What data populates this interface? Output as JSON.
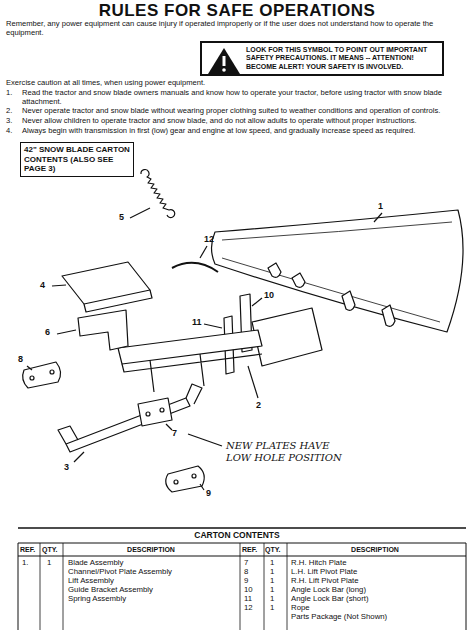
{
  "diagram": {
    "title": "RULES FOR SAFE OPERATIONS",
    "nodes": [
      {
        "text": [
          "LOOK FOR THIS SYMBOL TO POINT OUT IMPORTANT SAFETY PRECAUTIONS. IT MEANS -- ATTENTION! BECOME ALERT! YOUR SAFETY IS INVOLVED."
        ]
      },
      {
        "text": [
          "42\" SNOW BLADE CARTON CONTENTS (ALSO SEE PAGE 3)"
        ]
      }
    ],
    "labels": [
      "Remember, any power equipment can cause injury if operated improperly or if the user does not understand how to operate the equipment.",
      "Exercise caution at all times, when using power equipment.",
      "1.",
      "Read the tractor and snow blade owners manuals and know how to operate your tractor, before using tractor with snow blade attachment.",
      "2.",
      "Never operate tractor and snow blade without wearing proper clothing suited to weather conditions and operation of controls.",
      "3.",
      "Never allow children to operate tractor and snow blade, and do not allow adults to operate without proper instructions.",
      "4.",
      "Always begin with transmission in first (low) gear and engine at low speed, and gradually increase speed as required.",
      "1",
      "2",
      "3",
      "4",
      "5",
      "6",
      "7",
      "8",
      "9",
      "10",
      "11",
      "12",
      "NEW PLATES HAVE LOW HOLE POSITION",
      "CARTON CONTENTS",
      "REF.",
      "QTY.",
      "DESCRIPTION",
      "REF.",
      "QTY.",
      "DESCRIPTION",
      "1.",
      "1",
      "Blade Assembly",
      "Channel/Pivot Plate Assembly",
      "Lift Assembly",
      "Guide Bracket Assembly",
      "Spring Assembly",
      "7",
      "1",
      "R.H. Hitch Plate",
      "8",
      "1",
      "L.H. Lift Pivot Plate",
      "9",
      "1",
      "R.H. Lift Pivot Plate",
      "10",
      "1",
      "Angle Lock Bar (long)",
      "11",
      "1",
      "Angle Lock Bar (short)",
      "12",
      "1",
      "Rope",
      "Parts Package (Not Shown)"
    ]
  }
}
